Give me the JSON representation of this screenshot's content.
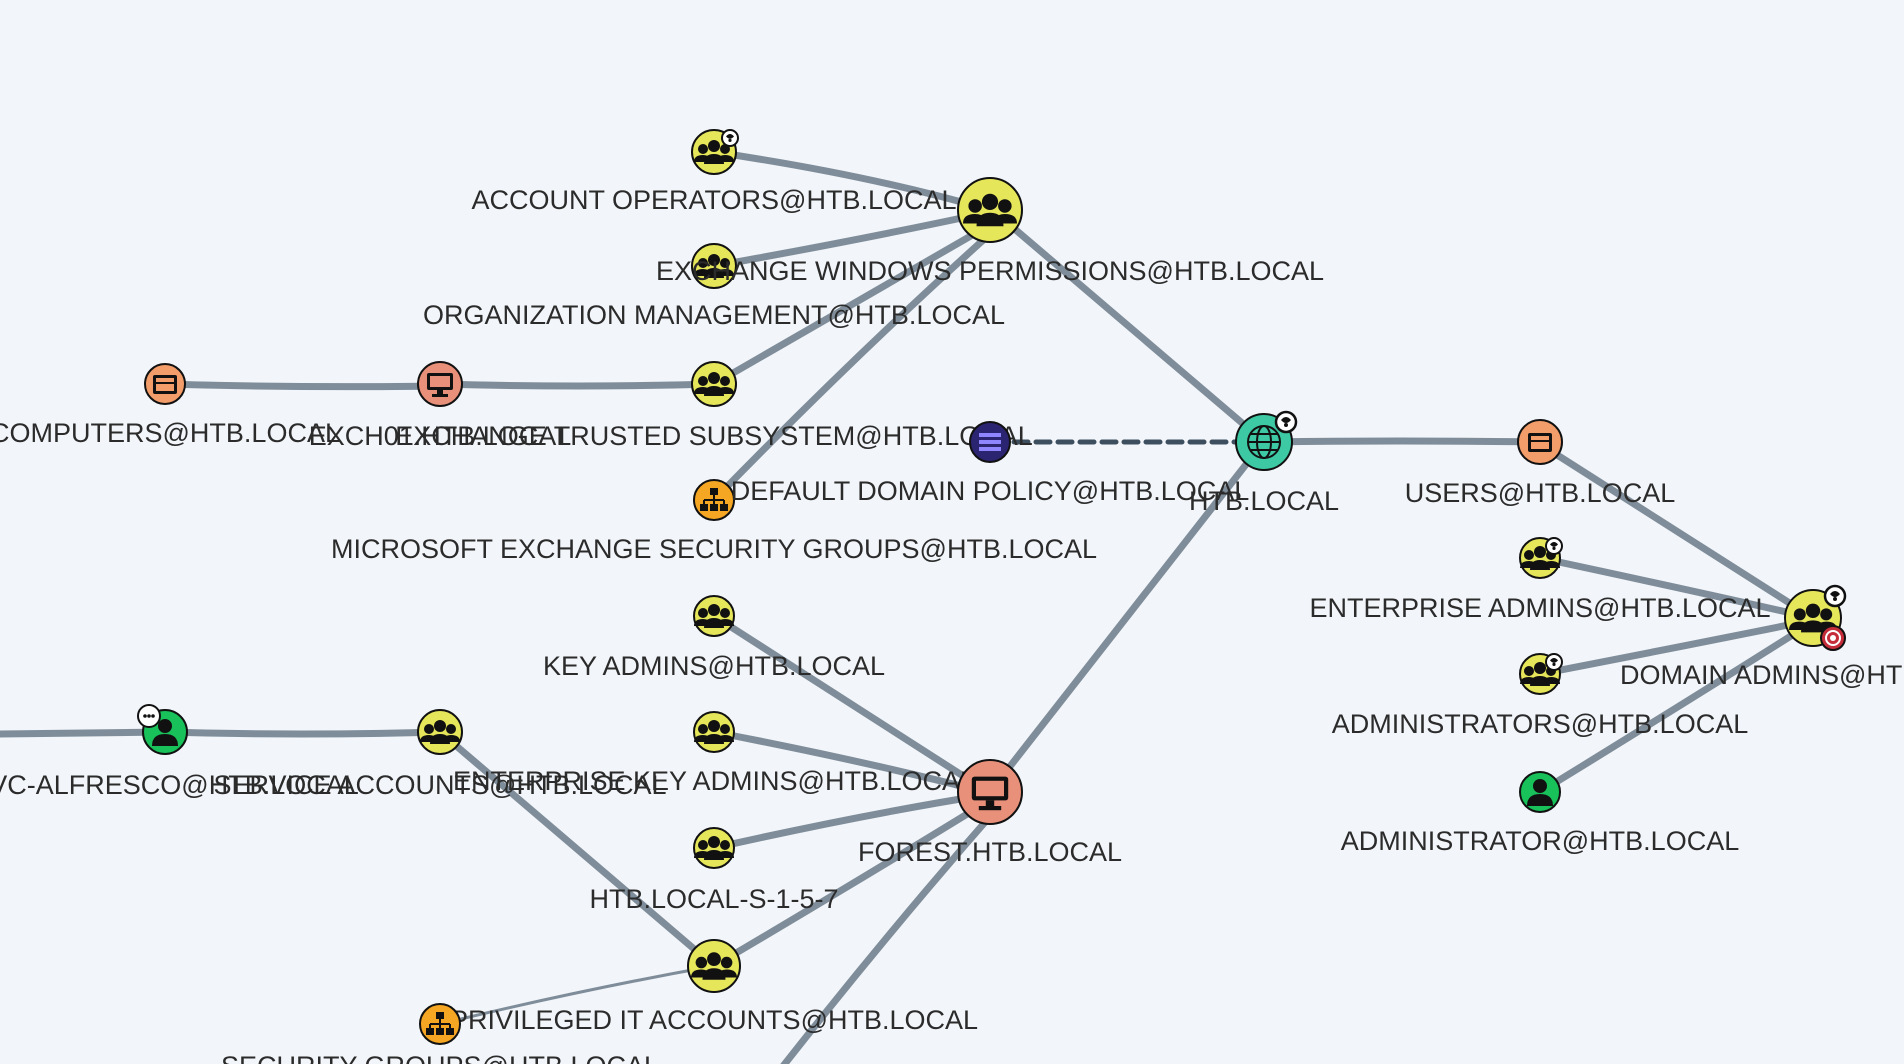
{
  "graph": {
    "nodes": [
      {
        "id": "account_ops_small",
        "label": "",
        "type": "group",
        "badge": true
      },
      {
        "id": "account_ops",
        "label": "ACCOUNT OPERATORS@HTB.LOCAL",
        "type": "group-large"
      },
      {
        "id": "exchange_win_perm",
        "label": "EXCHANGE WINDOWS PERMISSIONS@HTB.LOCAL",
        "type": "group"
      },
      {
        "id": "org_mgmt",
        "label": "ORGANIZATION MANAGEMENT@HTB.LOCAL",
        "type": "group"
      },
      {
        "id": "exch_trusted",
        "label": "EXCHANGE TRUSTED SUBSYSTEM@HTB.LOCAL",
        "type": "group"
      },
      {
        "id": "computers",
        "label": "COMPUTERS@HTB.LOCAL",
        "type": "container"
      },
      {
        "id": "exch01",
        "label": "EXCH01.HTB.LOCAL",
        "type": "computer"
      },
      {
        "id": "ms_exch_sec",
        "label": "MICROSOFT EXCHANGE SECURITY GROUPS@HTB.LOCAL",
        "type": "ou"
      },
      {
        "id": "default_policy",
        "label": "DEFAULT DOMAIN POLICY@HTB.LOCAL",
        "type": "gpo"
      },
      {
        "id": "htb_local",
        "label": "HTB.LOCAL",
        "type": "domain",
        "badge": true
      },
      {
        "id": "users",
        "label": "USERS@HTB.LOCAL",
        "type": "container"
      },
      {
        "id": "enterprise_admins",
        "label": "ENTERPRISE ADMINS@HTB.LOCAL",
        "type": "group",
        "badge": true
      },
      {
        "id": "domain_admins",
        "label": "DOMAIN ADMINS@HTB.LOCAL",
        "type": "group-target",
        "badge": true
      },
      {
        "id": "administrators",
        "label": "ADMINISTRATORS@HTB.LOCAL",
        "type": "group",
        "badge": true
      },
      {
        "id": "administrator",
        "label": "ADMINISTRATOR@HTB.LOCAL",
        "type": "user"
      },
      {
        "id": "key_admins",
        "label": "KEY ADMINS@HTB.LOCAL",
        "type": "group"
      },
      {
        "id": "ent_key_admins",
        "label": "ENTERPRISE KEY ADMINS@HTB.LOCAL",
        "type": "group"
      },
      {
        "id": "forest",
        "label": "FOREST.HTB.LOCAL",
        "type": "computer-large"
      },
      {
        "id": "svc_alfresco",
        "label": "SVC-ALFRESCO@HTB.LOCAL",
        "type": "user",
        "badge": true
      },
      {
        "id": "service_accounts",
        "label": "SERVICE ACCOUNTS@HTB.LOCAL",
        "type": "group"
      },
      {
        "id": "sid_157",
        "label": "HTB.LOCAL-S-1-5-7",
        "type": "group"
      },
      {
        "id": "privileged_it",
        "label": "PRIVILEGED IT ACCOUNTS@HTB.LOCAL",
        "type": "group"
      },
      {
        "id": "security_groups",
        "label": "SECURITY GROUPS@HTB.LOCAL",
        "type": "ou"
      }
    ]
  },
  "colors": {
    "group": "#e6e65a",
    "user": "#18c15a",
    "computer": "#e8907a",
    "container": "#f29d6a",
    "domain": "#3dc9a4",
    "gpo": "#6b5cd6",
    "ou": "#f5a623",
    "edge": "#7f8d9a"
  }
}
